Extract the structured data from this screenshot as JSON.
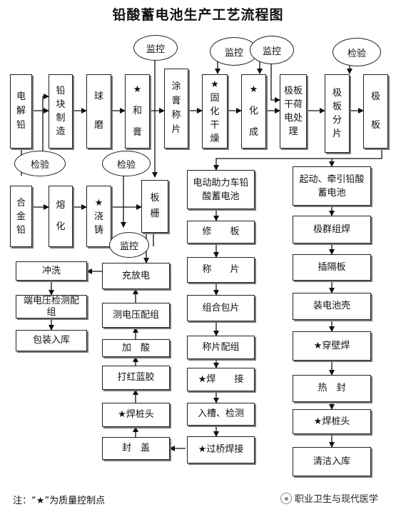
{
  "title": "铅酸蓄电池生产工艺流程图",
  "note": "注：“★”为质量控制点",
  "brand": "职业卫生与现代医学",
  "nodes": {
    "dianjieqian": "电解铅",
    "qiankuai": "铅块制造",
    "qiumo": "球磨",
    "hegao": "★和膏",
    "tugao": "涂膏称片",
    "guhua": "★固化干燥",
    "huacheng": "★化成",
    "ganhe": "极板干荷电处理",
    "fenpian": "极板分片",
    "jiban": "极板",
    "hejinqian": "合金铅",
    "ronghua": "熔化",
    "jiaozhu": "★浇铸",
    "banzha": "板栅",
    "chongxi": "冲洗",
    "chongfangdian": "充放电",
    "duandianya": "端电压检测配组",
    "cedianya": "测电压配组",
    "baozhuang": "包装入库",
    "jiasuan": "加　酸",
    "dahong": "打红蓝胶",
    "hanzhuangtou_l": "★焊桩头",
    "fenggai": "封　盖",
    "ev_title": "电动助力车铅酸蓄电池",
    "xiuban": "修　　板",
    "chengpian": "称　　片",
    "zuhebao": "组合包片",
    "chengpeizu": "称片配组",
    "hanjie": "★焊　　接",
    "rucao": "入槽、检测",
    "guoqiao": "★过桥焊接",
    "qd_title": "起动、牵引铅酸蓄电池",
    "jiqun": "极群组焊",
    "chageban": "插隔板",
    "zhuangke": "装电池壳",
    "chuanbi": "★穿壁焊",
    "refeng": "热　封",
    "hanzhuangtou_r": "★焊桩头",
    "qingjie": "清洁入库"
  },
  "ellipses": {
    "jiankong1": "监控",
    "jiankong2": "监控",
    "jiankong3": "监控",
    "jianyan_top": "检验",
    "jianyan1": "检验",
    "jianyan2": "检验",
    "jiankong4": "监控"
  }
}
